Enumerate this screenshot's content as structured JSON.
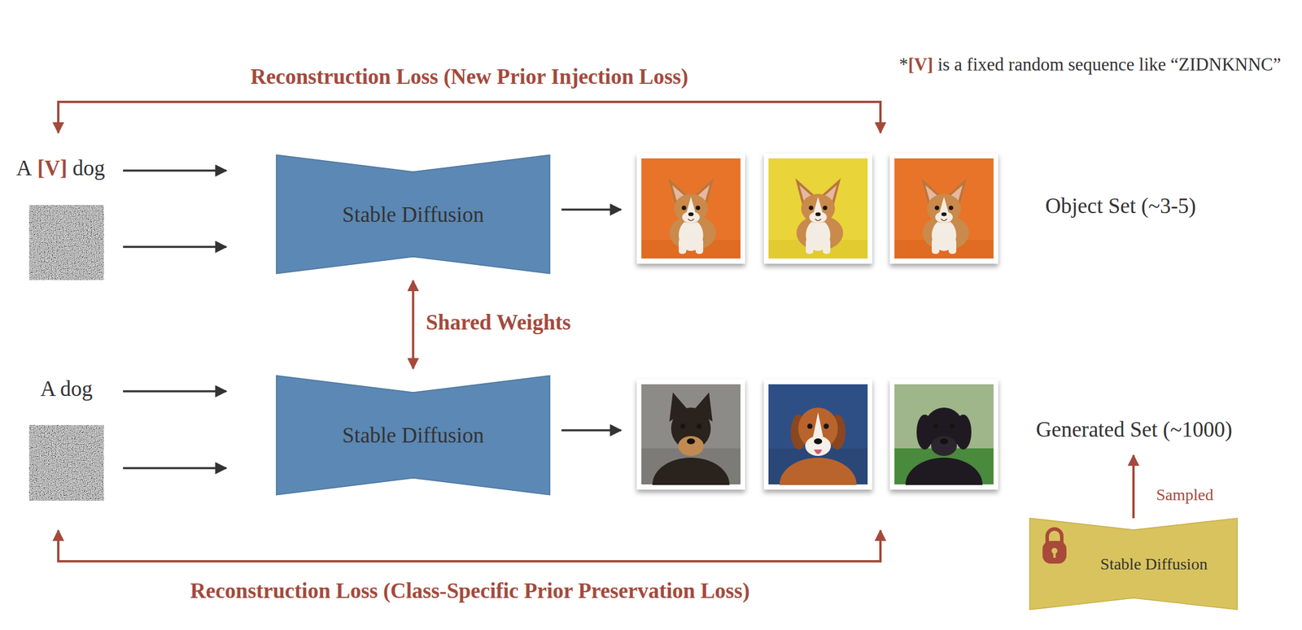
{
  "diagram": {
    "nodes": [
      {
        "text": [
          "Stable Diffusion"
        ]
      },
      {
        "text": [
          "Stable Diffusion"
        ]
      },
      {
        "text": [
          "Stable Diffusion"
        ]
      }
    ],
    "edges": [
      {
        "from": 0,
        "to": 1,
        "arrow": "both",
        "label": "Shared Weights"
      }
    ],
    "labels": [
      "Reconstruction Loss (New Prior Injection Loss)",
      "*",
      "[V]",
      "is a fixed random sequence like “ZIDNKNNC”",
      "A",
      "[V]",
      "dog",
      "Object Set (~3-5)",
      "A dog",
      "Generated Set (~1000)",
      "Sampled",
      "Reconstruction Loss (Class-Specific Prior Preservation Loss)"
    ]
  }
}
